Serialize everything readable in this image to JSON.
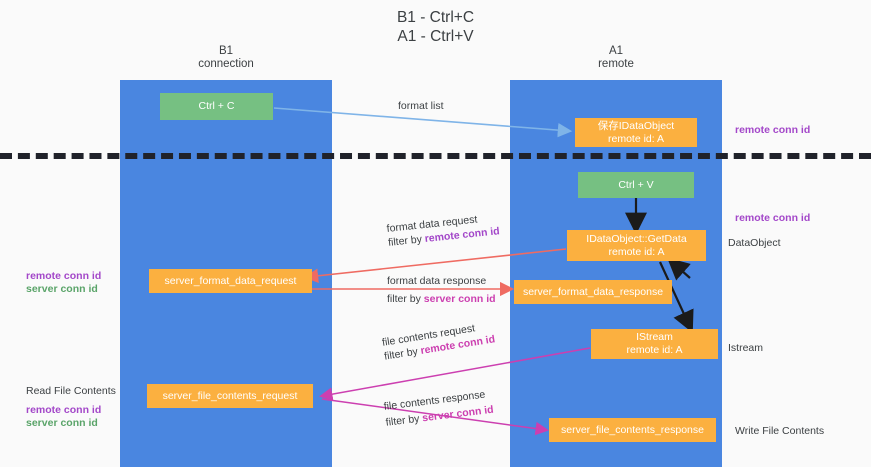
{
  "title": {
    "line1": "B1 - Ctrl+C",
    "line2": "A1 - Ctrl+V"
  },
  "lanes": [
    {
      "id": "b1",
      "name": "B1",
      "role": "connection"
    },
    {
      "id": "a1",
      "name": "A1",
      "role": "remote"
    }
  ],
  "nodes": {
    "ctrl_c": {
      "line1": "Ctrl + C",
      "line2": ""
    },
    "save_idataobject": {
      "line1": "保存IDataObject",
      "line2": "remote id: A"
    },
    "ctrl_v": {
      "line1": "Ctrl + V",
      "line2": ""
    },
    "getdata": {
      "line1": "IDataObject::GetData",
      "line2": "remote id: A"
    },
    "server_format_data_request": {
      "line1": "server_format_data_request",
      "line2": ""
    },
    "server_format_data_response": {
      "line1": "server_format_data_response",
      "line2": ""
    },
    "istream": {
      "line1": "IStream",
      "line2": "remote id: A"
    },
    "server_file_contents_request": {
      "line1": "server_file_contents_request",
      "line2": ""
    },
    "server_file_contents_response": {
      "line1": "server_file_contents_response",
      "line2": ""
    }
  },
  "edge_labels": {
    "format_list": "format list",
    "format_data_request": "format data request",
    "format_data_request_filter_prefix": "filter by ",
    "format_data_request_filter_key": "remote conn id",
    "format_data_response": "format data response",
    "format_data_response_filter_prefix": "filter by ",
    "format_data_response_filter_key": "server conn id",
    "file_contents_request": "file contents request",
    "file_contents_request_filter_prefix": "filter by ",
    "file_contents_request_filter_key": "remote conn id",
    "file_contents_response": "file contents response",
    "file_contents_response_filter_prefix": "filter by ",
    "file_contents_response_filter_key": "server conn id"
  },
  "side_labels": {
    "right_remote_conn_id_top": "remote conn id",
    "right_remote_conn_id_mid": "remote conn id",
    "right_dataobject": "DataObject",
    "right_istream": "Istream",
    "right_write_file_contents": "Write File Contents",
    "left_remote_conn_id_mid": "remote conn id",
    "left_server_conn_id_mid": "server conn id",
    "left_read_file_contents": "Read File Contents",
    "left_remote_conn_id_bottom": "remote conn id",
    "left_server_conn_id_bottom": "server conn id"
  },
  "colors": {
    "lane": "#4a86e0",
    "green_box": "#76c082",
    "orange_box": "#fbb040",
    "purple_text": "#a347c9",
    "green_text": "#5aa469",
    "magenta_text": "#cc3fb0",
    "blue_arrow": "#7fb4e8",
    "red_arrow": "#ef6b62",
    "magenta_arrow": "#cc3fb0",
    "black_arrow": "#1b1b1b",
    "background": "#fafafa"
  }
}
